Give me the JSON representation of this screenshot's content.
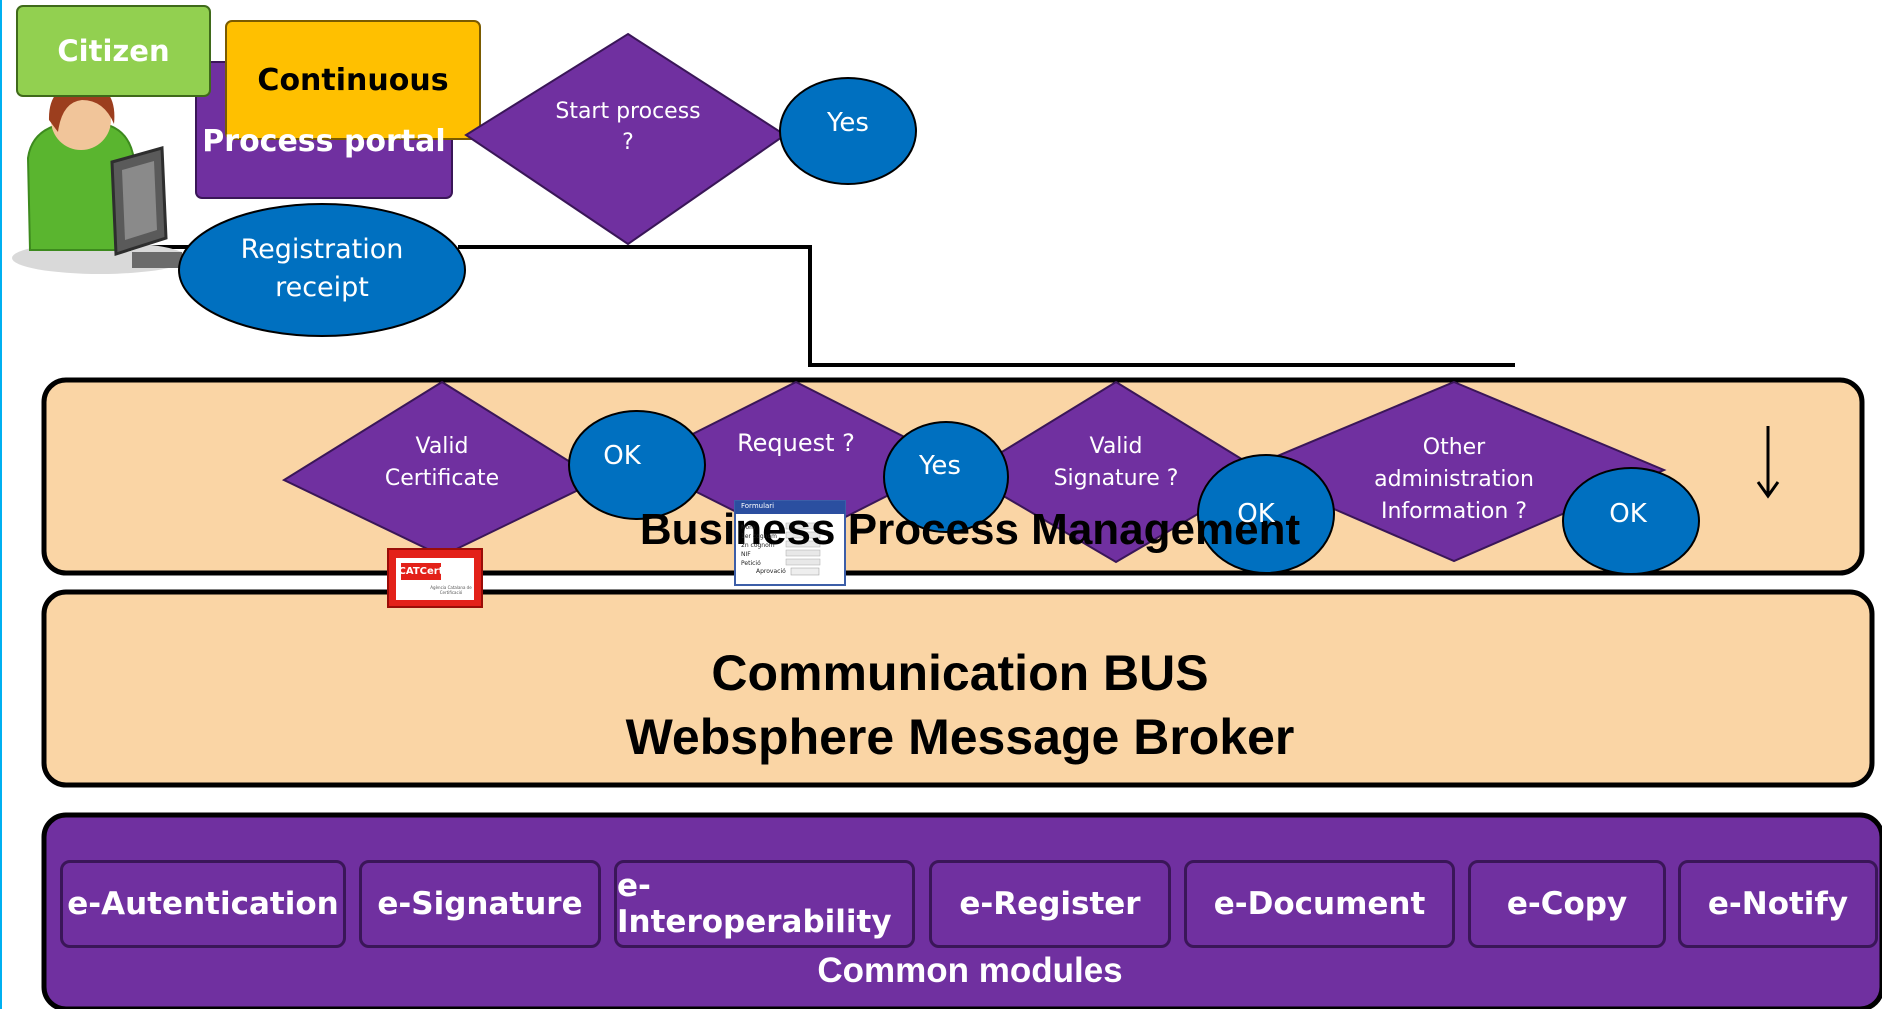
{
  "labels": {
    "citizen": "Citizen",
    "continuous": "Continuous",
    "process_portal": "Process  portal",
    "start_process": "Start process\n?",
    "yes_top": "Yes",
    "registration_receipt": "Registration\nreceipt",
    "valid_certificate": "Valid\nCertificate",
    "ok_1": "OK",
    "request": "Request ?",
    "yes_mid": "Yes",
    "valid_signature": "Valid\nSignature ?",
    "ok_2": "OK",
    "other_admin": "Other\nadministration\nInformation ?",
    "ok_3": "OK",
    "bpm_title": "Business Process Management",
    "bus_line1": "Communication BUS",
    "bus_line2": "Websphere Message Broker",
    "common_modules": "Common modules"
  },
  "modules": [
    "e-Autentication",
    "e-Signature",
    "e-Interoperability",
    "e-Register",
    "e-Document",
    "e-Copy",
    "e-Notify"
  ],
  "form_thumbnail": {
    "title": "Formulari",
    "fields": [
      "Nom",
      "1er cognom",
      "2n cognom",
      "NIF",
      "Petició"
    ],
    "button": "Aprovació"
  },
  "certificate_card": {
    "logo_a": "CAT",
    "logo_b": "Cert",
    "caption": "Agència Catalana de Certificació"
  },
  "colors": {
    "purple": "#7030a0",
    "ellipse_blue": "#0070c0",
    "citizen_green": "#92d050",
    "continuous_yellow": "#ffc000",
    "layer_fill": "#fad5a5",
    "left_edge_blue": "#00b0f0"
  }
}
